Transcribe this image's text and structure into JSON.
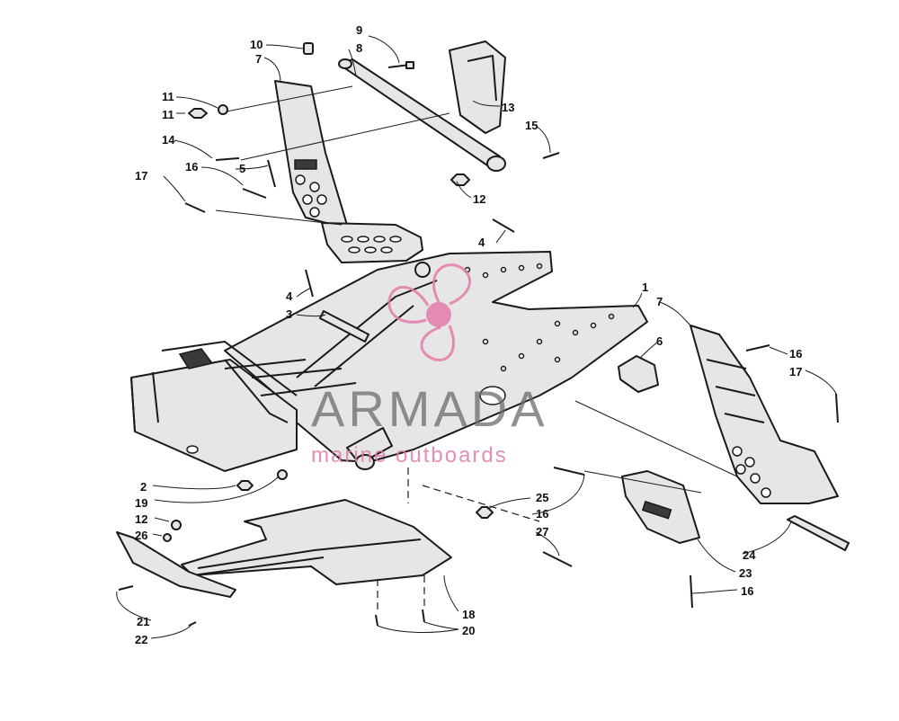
{
  "callouts": [
    {
      "id": "c1",
      "label": "1"
    },
    {
      "id": "c2",
      "label": "2"
    },
    {
      "id": "c3",
      "label": "3"
    },
    {
      "id": "c4a",
      "label": "4"
    },
    {
      "id": "c4b",
      "label": "4"
    },
    {
      "id": "c5",
      "label": "5"
    },
    {
      "id": "c6",
      "label": "6"
    },
    {
      "id": "c7a",
      "label": "7"
    },
    {
      "id": "c7b",
      "label": "7"
    },
    {
      "id": "c8",
      "label": "8"
    },
    {
      "id": "c9",
      "label": "9"
    },
    {
      "id": "c10",
      "label": "10"
    },
    {
      "id": "c11",
      "label": "11"
    },
    {
      "id": "c12a",
      "label": "12"
    },
    {
      "id": "c12b",
      "label": "12"
    },
    {
      "id": "c12c",
      "label": "12"
    },
    {
      "id": "c13",
      "label": "13"
    },
    {
      "id": "c14",
      "label": "14"
    },
    {
      "id": "c15",
      "label": "15"
    },
    {
      "id": "c16a",
      "label": "16"
    },
    {
      "id": "c16b",
      "label": "16"
    },
    {
      "id": "c16c",
      "label": "16"
    },
    {
      "id": "c16d",
      "label": "16"
    },
    {
      "id": "c17a",
      "label": "17"
    },
    {
      "id": "c17b",
      "label": "17"
    },
    {
      "id": "c18",
      "label": "18"
    },
    {
      "id": "c19",
      "label": "19"
    },
    {
      "id": "c20",
      "label": "20"
    },
    {
      "id": "c21",
      "label": "21"
    },
    {
      "id": "c22",
      "label": "22"
    },
    {
      "id": "c23",
      "label": "23"
    },
    {
      "id": "c24",
      "label": "24"
    },
    {
      "id": "c25",
      "label": "25"
    },
    {
      "id": "c26",
      "label": "26"
    },
    {
      "id": "c27",
      "label": "27"
    }
  ],
  "watermark": {
    "brand": "ARMADA",
    "tagline": "marine outboards",
    "color": "#e27aa8"
  }
}
